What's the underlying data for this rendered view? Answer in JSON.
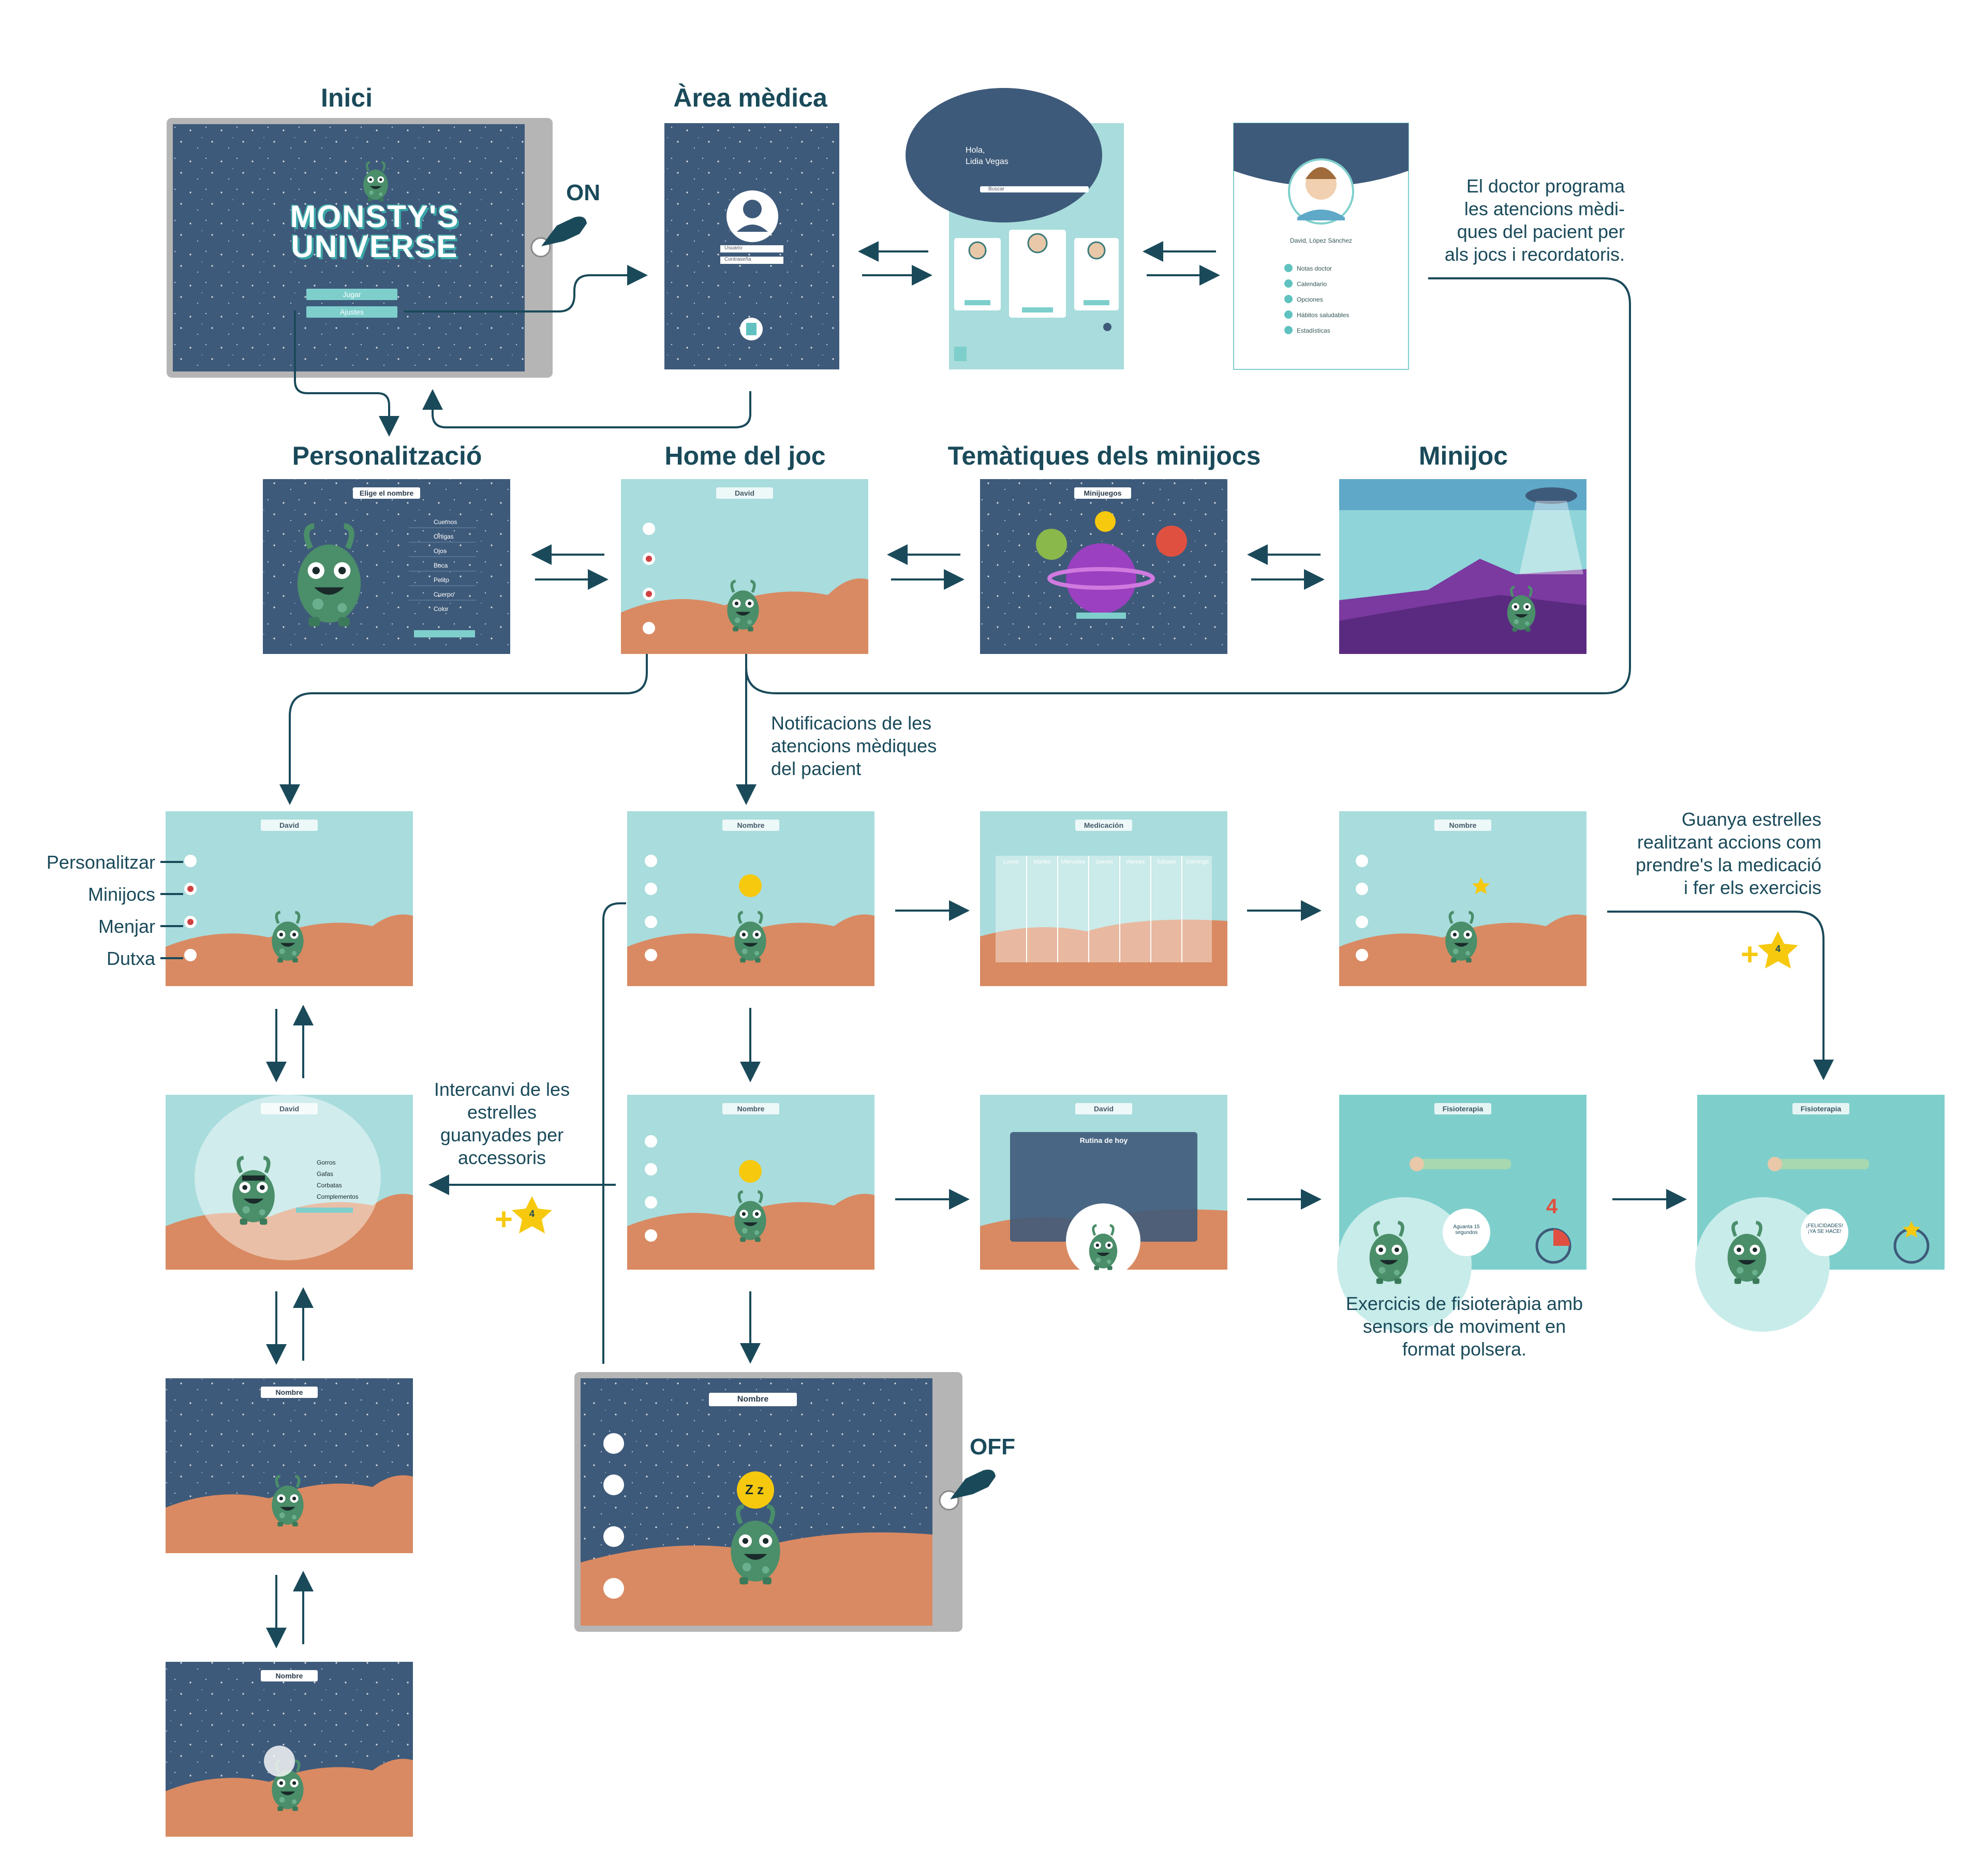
{
  "titles": {
    "inici": "Inici",
    "area_medica": "Àrea mèdica",
    "personalitzacio": "Personalització",
    "home_joc": "Home del joc",
    "tematiques": "Temàtiques dels minijocs",
    "minijoc": "Minijoc"
  },
  "labels": {
    "on": "ON",
    "off": "OFF",
    "logo_line1": "MONSTY'S",
    "logo_line2": "UNIVERSE",
    "jugar": "Jugar",
    "ajustes": "Ajustes",
    "hola": "Hola,",
    "doctor_name": "Lidia Vegas",
    "buscar": "Buscar",
    "usuario": "Usuario",
    "contrasena": "Contraseña",
    "patient_name": "David, López Sánchez",
    "elige_nombre": "Elige el nombre",
    "nombre": "Nombre",
    "david": "David",
    "minijuegos": "Minijuegos",
    "medicacion": "Medicación",
    "rutina": "Rutina de hoy",
    "fisioterapia": "Fisioterapia",
    "aguanta": "Aguanta 15 segundos",
    "felicidades": "¡FELICIDADES! ¡YA SE HACE!",
    "plus": "+",
    "countdown": "4",
    "star_count": "4",
    "zz": "Z z"
  },
  "doctor_menu": [
    "Notas doctor",
    "Calendario",
    "Opciones",
    "Hábitos saludables",
    "Estadísticas"
  ],
  "custom_menu": [
    "Cuernos",
    "Ortigas",
    "Ojos",
    "Boca",
    "Pelito",
    "Cuerpo",
    "Color"
  ],
  "accessories_menu": [
    "Gorros",
    "Gafas",
    "Corbatas",
    "Complementos"
  ],
  "weekdays": [
    "Lunes",
    "Martes",
    "Miércoles",
    "Jueves",
    "Viernes",
    "Sábado",
    "Domingo"
  ],
  "side_menu": [
    "Personalitzar",
    "Minijocs",
    "Menjar",
    "Dutxa"
  ],
  "notes": {
    "doctor": [
      "El doctor programa",
      "les atencions mèdi-",
      "ques del pacient per",
      "als jocs i recordatoris."
    ],
    "notificacions": [
      "Notificacions de les",
      "atencions mèdiques",
      "del pacient"
    ],
    "guanya": [
      "Guanya estrelles",
      "realitzant accions com",
      "prendre's la medicació",
      "i fer els exercicis"
    ],
    "intercanvi": [
      "Intercanvi de les",
      "estrelles",
      "guanyades per",
      "accessoris"
    ],
    "exercicis": [
      "Exercicis de fisioteràpia amb",
      "sensors de moviment en",
      "format polsera."
    ]
  },
  "colors": {
    "primary": "#1a4a5a",
    "night": "#3e5a7a",
    "day_sky": "#a9dcdc",
    "ground": "#d98a62",
    "teal": "#7ecfcc",
    "monster": "#4a8e6a",
    "star": "#f6c90e"
  }
}
